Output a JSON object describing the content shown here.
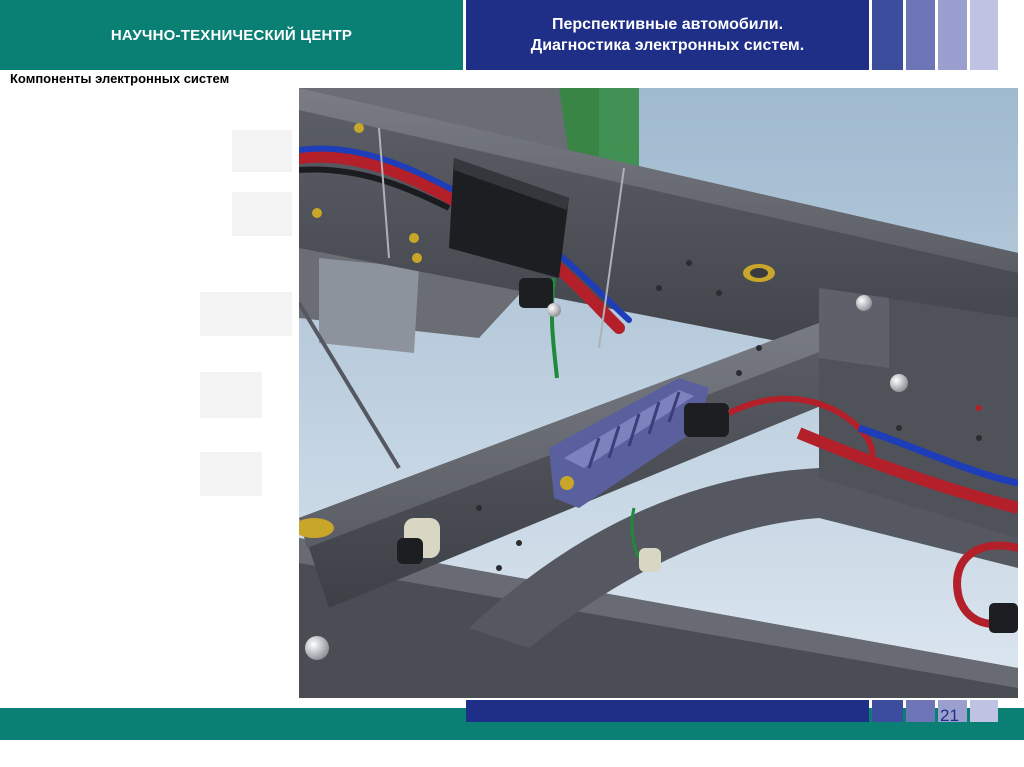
{
  "header": {
    "left_title": "НАУЧНО-ТЕХНИЧЕСКИЙ ЦЕНТР",
    "right_title_line1": "Перспективные автомобили.",
    "right_title_line2": "Диагностика электронных систем."
  },
  "slide": {
    "subtitle": "Компоненты электронных систем",
    "page_number": "21"
  },
  "colors": {
    "teal": "#0a7f74",
    "navy": "#1f2e86",
    "frame_gray": "#4a4d54",
    "wire_red": "#b3202a",
    "wire_blue": "#1e3db8",
    "wire_green": "#1f8a3a",
    "ecu_purple": "#5a5f9e"
  },
  "icons": [
    "truck-frame-render-image"
  ]
}
